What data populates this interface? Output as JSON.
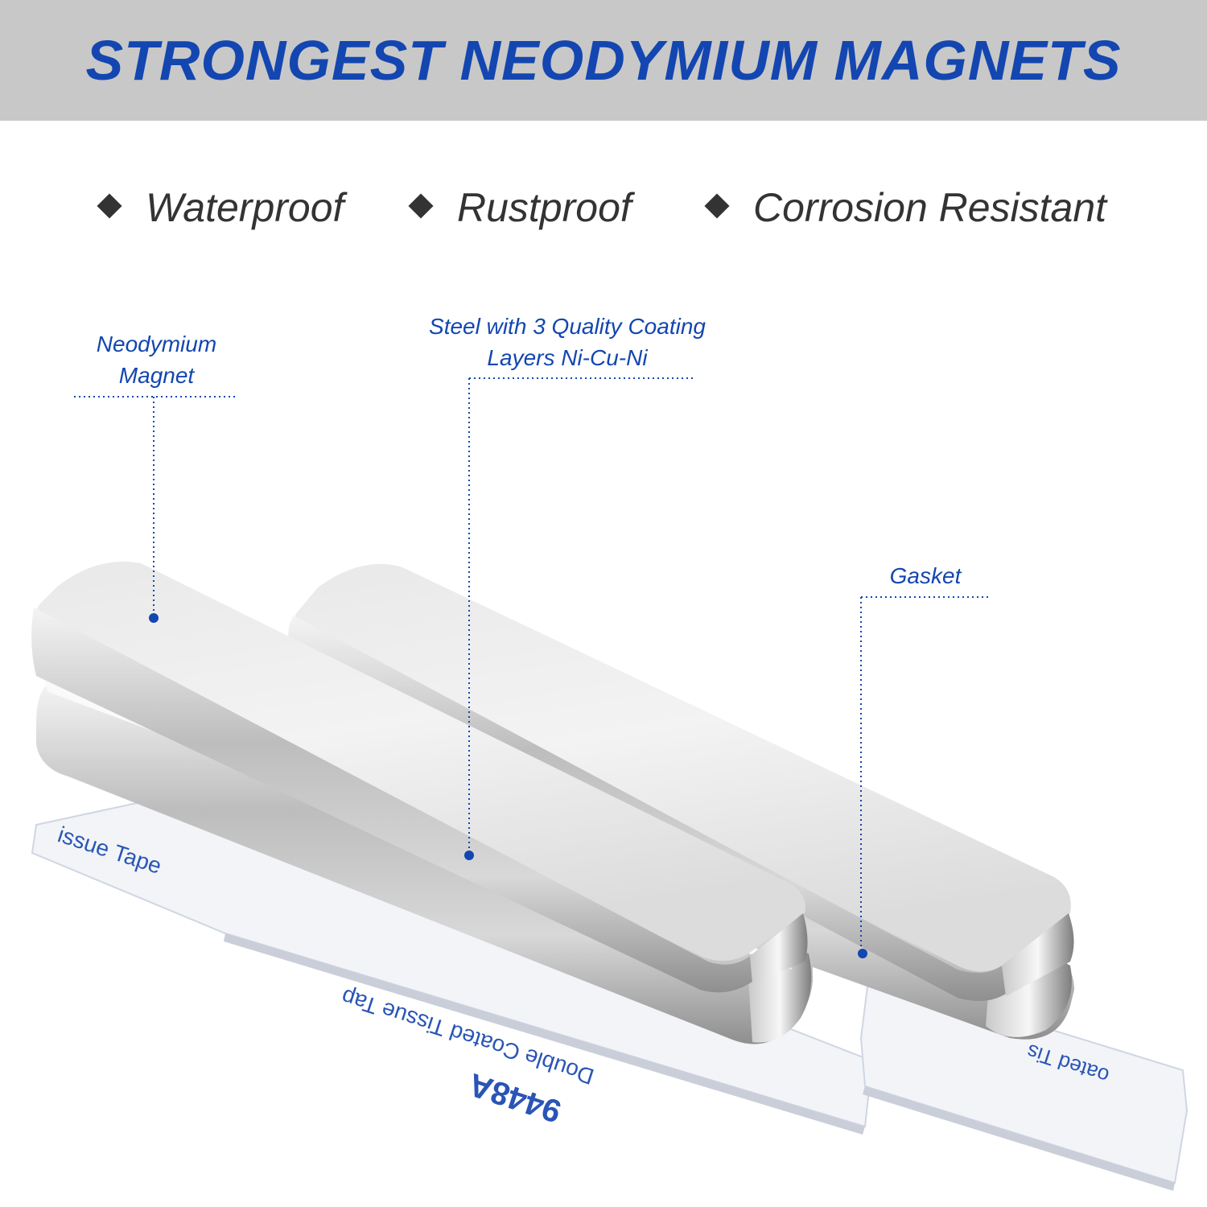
{
  "title": "STRONGEST NEODYMIUM MAGNETS",
  "features": [
    "Waterproof",
    "Rustproof",
    "Corrosion Resistant"
  ],
  "callouts": {
    "magnet": {
      "line1": "Neodymium",
      "line2": "Magnet"
    },
    "steel": {
      "line1": "Steel with 3 Quality Coating",
      "line2": "Layers Ni-Cu-Ni"
    },
    "gasket": "Gasket"
  },
  "tape": {
    "left_top": "issue Tape",
    "left_mid": "Double Coated Tissue Tap",
    "left_code": "9448A",
    "right_mid": "oated Tis"
  },
  "colors": {
    "accent": "#1346b0",
    "banner": "#c8c8c8",
    "text": "#333333"
  }
}
